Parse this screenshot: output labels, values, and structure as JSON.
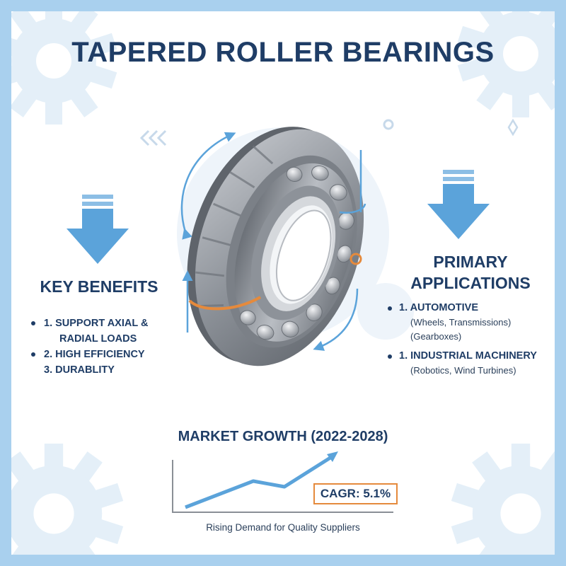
{
  "title": "TAPERED ROLLER BEARINGS",
  "benefits": {
    "title": "KEY BENEFITS",
    "items": [
      "1. SUPPORT AXIAL &",
      "RADIAL LOADS",
      "2. HIGH EFFICIENCY",
      "3. DURABLITY"
    ]
  },
  "applications": {
    "title_line1": "PRIMARY",
    "title_line2": "APPLICATIONS",
    "items": [
      {
        "head": "1. AUTOMOTIVE",
        "sub1": "(Wheels, Transmissions)",
        "sub2": "(Gearboxes)"
      },
      {
        "head": "1. INDUSTRIAL MACHINERY",
        "sub1": "(Robotics, Wind Turbines)"
      }
    ]
  },
  "growth": {
    "title": "MARKET GROWTH (2022-2028)",
    "cagr": "CAGR: 5.1%",
    "caption": "Rising Demand for Quality Suppliers"
  },
  "colors": {
    "navy": "#1f3d66",
    "accent_blue": "#5ba3da",
    "orange": "#e58a3c",
    "border": "#a9d0ee"
  },
  "icons": [
    "down-arrow-icon",
    "gear-icon",
    "rotation-arrow-icon",
    "trend-arrow-icon"
  ]
}
